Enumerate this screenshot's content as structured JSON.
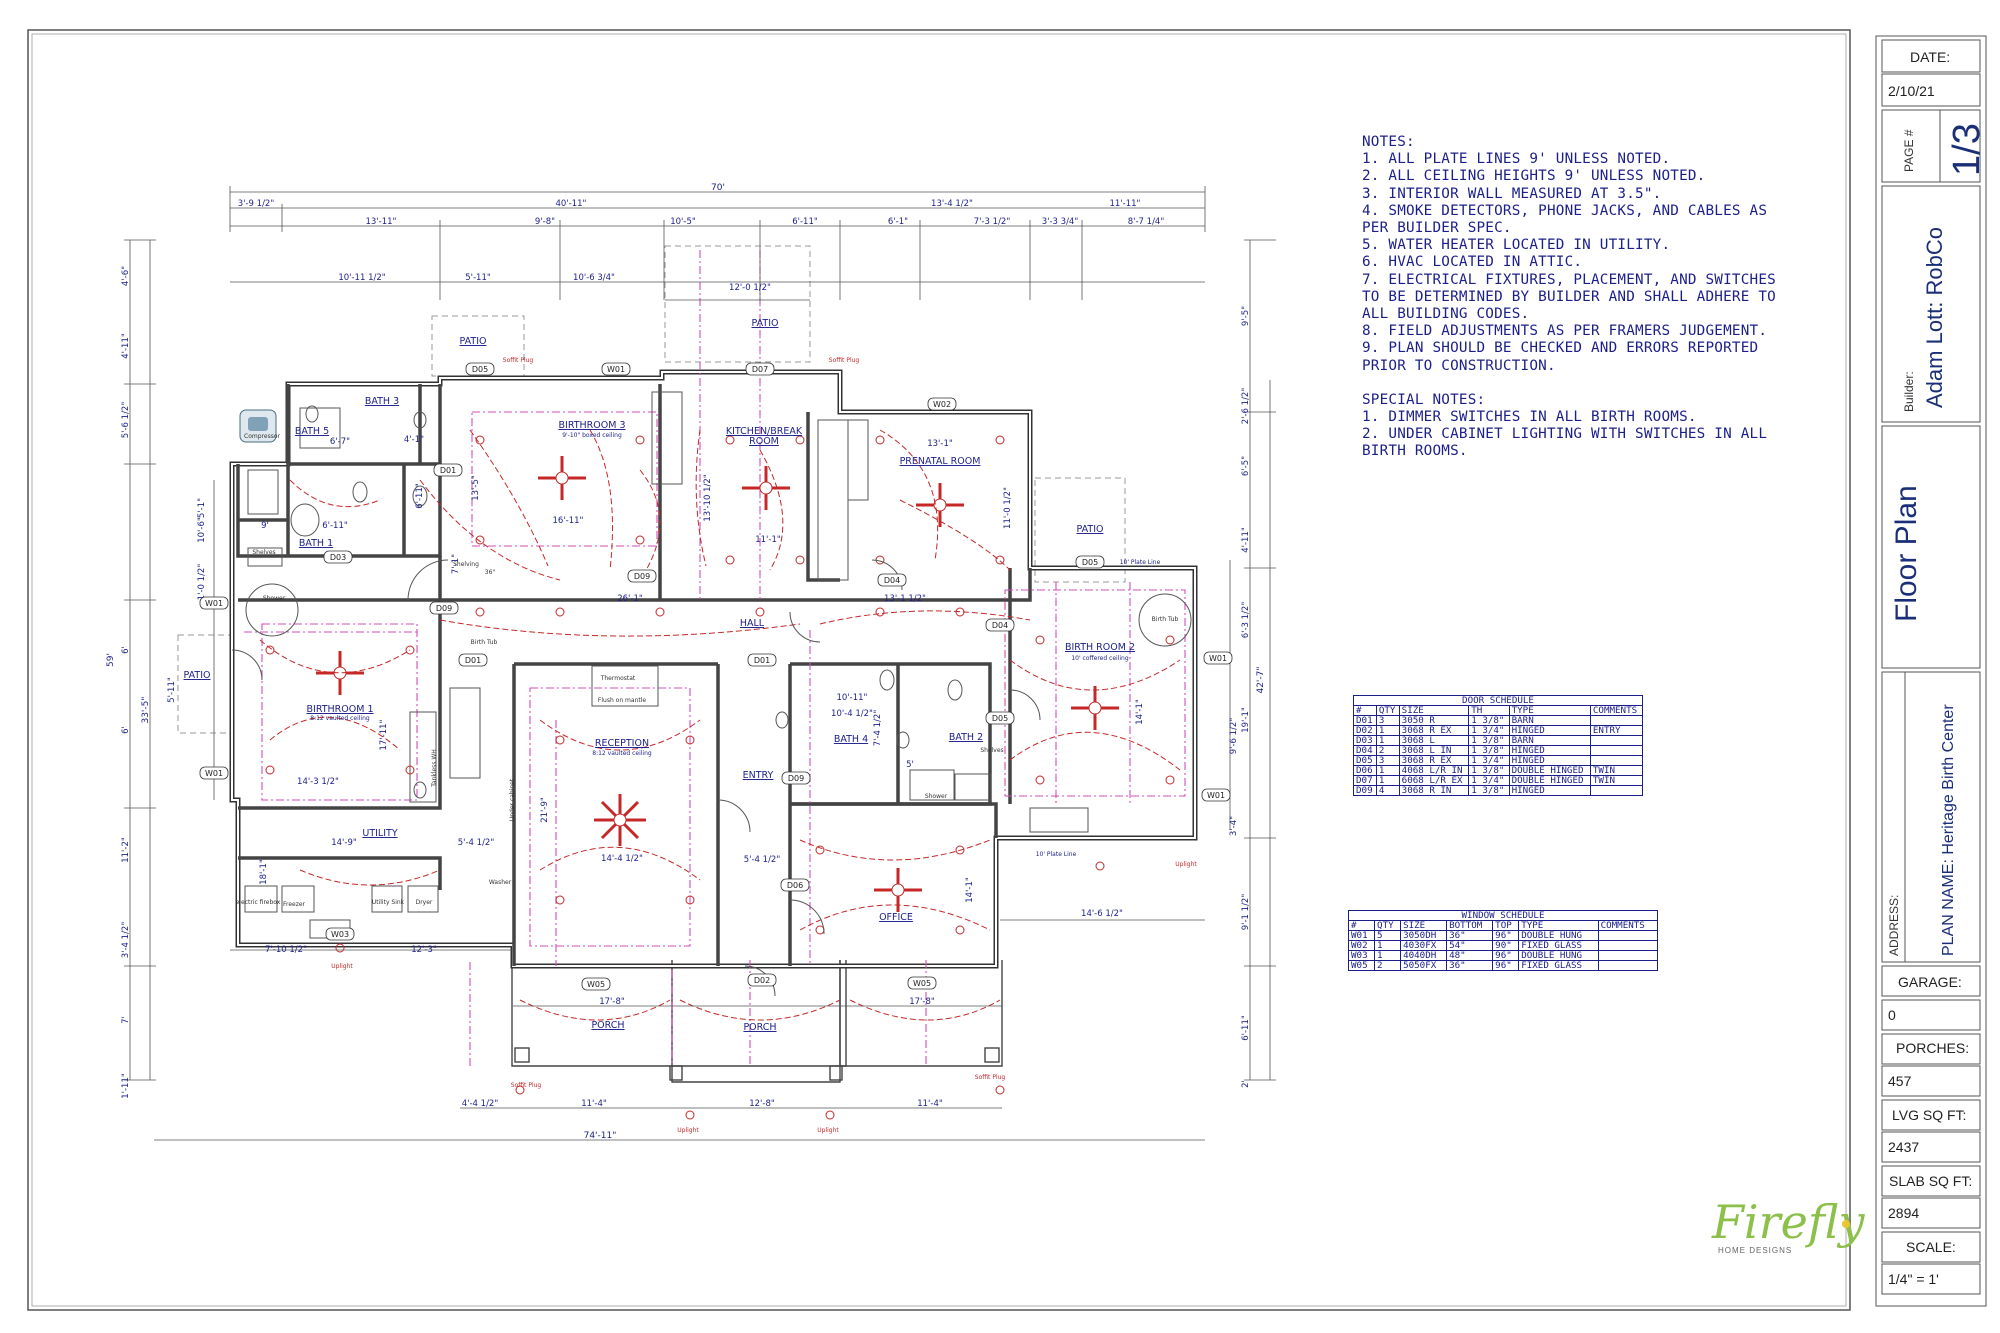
{
  "notes": {
    "title": "NOTES:",
    "items": [
      "1. ALL PLATE LINES 9' UNLESS NOTED.",
      "2. ALL CEILING HEIGHTS 9' UNLESS NOTED.",
      "3. INTERIOR WALL MEASURED AT 3.5\".",
      "4. SMOKE DETECTORS, PHONE JACKS, AND CABLES AS",
      "PER BUILDER SPEC.",
      "5. WATER HEATER LOCATED IN UTILITY.",
      "6. HVAC LOCATED IN ATTIC.",
      "7. ELECTRICAL FIXTURES, PLACEMENT, AND SWITCHES",
      "TO BE DETERMINED BY BUILDER AND SHALL ADHERE TO",
      "ALL BUILDING CODES.",
      "8. FIELD ADJUSTMENTS AS PER FRAMERS JUDGEMENT.",
      "9. PLAN SHOULD BE CHECKED AND ERRORS REPORTED",
      "PRIOR TO CONSTRUCTION."
    ],
    "special_title": "SPECIAL NOTES:",
    "special_items": [
      "1. DIMMER SWITCHES IN ALL BIRTH ROOMS.",
      "2. UNDER CABINET LIGHTING WITH SWITCHES IN ALL",
      "BIRTH ROOMS."
    ]
  },
  "title_block": {
    "date_label": "DATE:",
    "date": "2/10/21",
    "page_label": "PAGE #",
    "page": "1/3",
    "builder_label": "Builder:",
    "builder": "Adam Lott: RobCo",
    "sheet_title": "Floor Plan",
    "address_label": "ADDRESS:",
    "plan_name": "PLAN NAME: Heritage Birth Center",
    "garage_label": "GARAGE:",
    "garage": "0",
    "porches_label": "PORCHES:",
    "porches": "457",
    "lvg_label": "LVG SQ FT:",
    "lvg": "2437",
    "slab_label": "SLAB SQ FT:",
    "slab": "2894",
    "scale_label": "SCALE:",
    "scale": "1/4\" = 1'"
  },
  "logo": {
    "name": "Firefly",
    "sub": "HOME DESIGNS"
  },
  "door_schedule": {
    "title": "DOOR SCHEDULE",
    "headers": [
      "#",
      "QTY",
      "SIZE",
      "TH",
      "TYPE",
      "COMMENTS"
    ],
    "rows": [
      [
        "D01",
        "3",
        "3050 R",
        "1 3/8\"",
        "BARN",
        ""
      ],
      [
        "D02",
        "1",
        "3068 R EX",
        "1 3/4\"",
        "HINGED",
        "ENTRY"
      ],
      [
        "D03",
        "1",
        "3068 L",
        "1 3/8\"",
        "BARN",
        ""
      ],
      [
        "D04",
        "2",
        "3068 L IN",
        "1 3/8\"",
        "HINGED",
        ""
      ],
      [
        "D05",
        "3",
        "3068 R EX",
        "1 3/4\"",
        "HINGED",
        ""
      ],
      [
        "D06",
        "1",
        "4068 L/R IN",
        "1 3/8\"",
        "DOUBLE HINGED",
        "TWIN"
      ],
      [
        "D07",
        "1",
        "6068 L/R EX",
        "1 3/4\"",
        "DOUBLE HINGED",
        "TWIN"
      ],
      [
        "D09",
        "4",
        "3068 R IN",
        "1 3/8\"",
        "HINGED",
        ""
      ]
    ]
  },
  "window_schedule": {
    "title": "WINDOW SCHEDULE",
    "headers": [
      "#",
      "QTY",
      "SIZE",
      "BOTTOM",
      "TOP",
      "TYPE",
      "COMMENTS"
    ],
    "rows": [
      [
        "W01",
        "5",
        "3050DH",
        "36\"",
        "96\"",
        "DOUBLE HUNG",
        ""
      ],
      [
        "W02",
        "1",
        "4030FX",
        "54\"",
        "90\"",
        "FIXED GLASS",
        ""
      ],
      [
        "W03",
        "1",
        "4040DH",
        "48\"",
        "96\"",
        "DOUBLE HUNG",
        ""
      ],
      [
        "W05",
        "2",
        "5050FX",
        "36\"",
        "96\"",
        "FIXED GLASS",
        ""
      ]
    ]
  },
  "plan": {
    "overall": [
      "70'",
      "74'-11\"",
      "59'",
      "42'-7\"",
      "33'-5\""
    ],
    "top_dims": [
      "3'-9 1/2\"",
      "40'-11\"",
      "13'-4 1/2\"",
      "11'-11\"",
      "13'-11\"",
      "9'-8\"",
      "10'-5\"",
      "6'-11\"",
      "6'-1\"",
      "7'-3 1/2\"",
      "3'-3 3/4\"",
      "8'-7 1/4\"",
      "10'-11 1/2\"",
      "5'-11\"",
      "10'-6 3/4\"",
      "12'-0 1/2\""
    ],
    "left_dims": [
      "4'-6\"",
      "4'-11\"",
      "5'-6 1/2\"",
      "10'-6\"",
      "5'-1\"",
      "1'-0 1/2\"",
      "6'",
      "5'-11\"",
      "6'",
      "11'-2\"",
      "3'-4 1/2\"",
      "7'",
      "1'-11\""
    ],
    "right_dims": [
      "9'-5\"",
      "2'-6 1/2\"",
      "6'-5\"",
      "4'-11\"",
      "6'-3 1/2\"",
      "19'-1\"",
      "9'-6 1/2\"",
      "3'-4\"",
      "9'-1 1/2\"",
      "6'-11\"",
      "2'"
    ],
    "bottom_dims": [
      "7'-10 1/2\"",
      "12'-3\"",
      "17'-8\"",
      "17'-8\"",
      "4'-4 1/2\"",
      "11'-4\"",
      "12'-8\"",
      "11'-4\"",
      "14'-6 1/2\""
    ],
    "rooms": [
      {
        "name": "PATIO"
      },
      {
        "name": "PATIO"
      },
      {
        "name": "PATIO"
      },
      {
        "name": "PATIO"
      },
      {
        "name": "BATH 3"
      },
      {
        "name": "BATH 5"
      },
      {
        "name": "BATH 1"
      },
      {
        "name": "BIRTHROOM 3"
      },
      {
        "name": "KITCHEN/BREAK"
      },
      {
        "name": "ROOM"
      },
      {
        "name": "PRENATAL ROOM"
      },
      {
        "name": "HALL"
      },
      {
        "name": "BIRTHROOM 1"
      },
      {
        "name": "RECEPTION"
      },
      {
        "name": "ENTRY"
      },
      {
        "name": "BATH 4"
      },
      {
        "name": "BATH 2"
      },
      {
        "name": "BIRTH ROOM 2"
      },
      {
        "name": "UTILITY"
      },
      {
        "name": "OFFICE"
      },
      {
        "name": "PORCH"
      },
      {
        "name": "PORCH"
      }
    ],
    "room_dims": [
      "6'-7\"",
      "4'-1\"",
      "6'-11\"",
      "9'",
      "16'-11\"",
      "13'-5\"",
      "13'-10 1/2\"",
      "11'-1\"",
      "13'-1\"",
      "11'-0 1/2\"",
      "26'-1\"",
      "13'-1 1/2\"",
      "6'-11\"",
      "14'-3 1/2\"",
      "17'-11\"",
      "14'-9\"",
      "5'-4 1/2\"",
      "21'-9\"",
      "14'-4 1/2\"",
      "5'-4 1/2\"",
      "14'-1\"",
      "10'-11\"",
      "7'-4 1/2\"",
      "10'-4 1/2\"",
      "5'",
      "14'-1\"",
      "18'-1\"",
      "7'-1\""
    ],
    "ceiling_notes": [
      "9'-10\" boxed ceiling",
      "8:12 vaulted ceiling",
      "8:12 vaulted ceiling",
      "10' coffered ceiling",
      "10' Plate Line",
      "10' Plate Line"
    ],
    "tags": [
      "D05",
      "W01",
      "D07",
      "W02",
      "D01",
      "D03",
      "D09",
      "D04",
      "D05",
      "D04",
      "W01",
      "D09",
      "D01",
      "D01",
      "D09",
      "D05",
      "W01",
      "W01",
      "W01",
      "D06",
      "W03",
      "W05",
      "D02",
      "W05"
    ],
    "labels": [
      "Soffit Plug",
      "Soffit Plug",
      "Soffit Plug",
      "Soffit Plug",
      "Uplight",
      "Uplight",
      "Uplight",
      "Uplight",
      "Compressor",
      "Shelves",
      "Shelves",
      "Shower",
      "Shower",
      "Birth Tub",
      "Birth Tub",
      "Thermostat",
      "Flush on mantle",
      "electric firebox",
      "Freezer",
      "Utility Sink",
      "Dryer",
      "Washer",
      "Tankless WH",
      "Under cabinet",
      "Shelving",
      "36\"",
      "36\""
    ]
  }
}
